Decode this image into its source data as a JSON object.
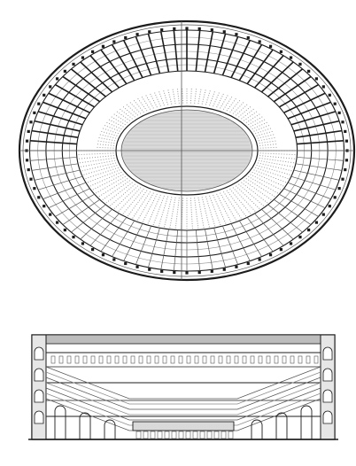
{
  "figure": {
    "subject": "Colosseum",
    "views": [
      "plan",
      "section"
    ]
  },
  "colors": {
    "paper": "#ffffff",
    "ink": "#1c1c1c",
    "ink_mid": "#555555",
    "ink_light": "#8a8a8a",
    "arena_fill": "#d9d9d9",
    "hatch": "#9a9a9a"
  }
}
